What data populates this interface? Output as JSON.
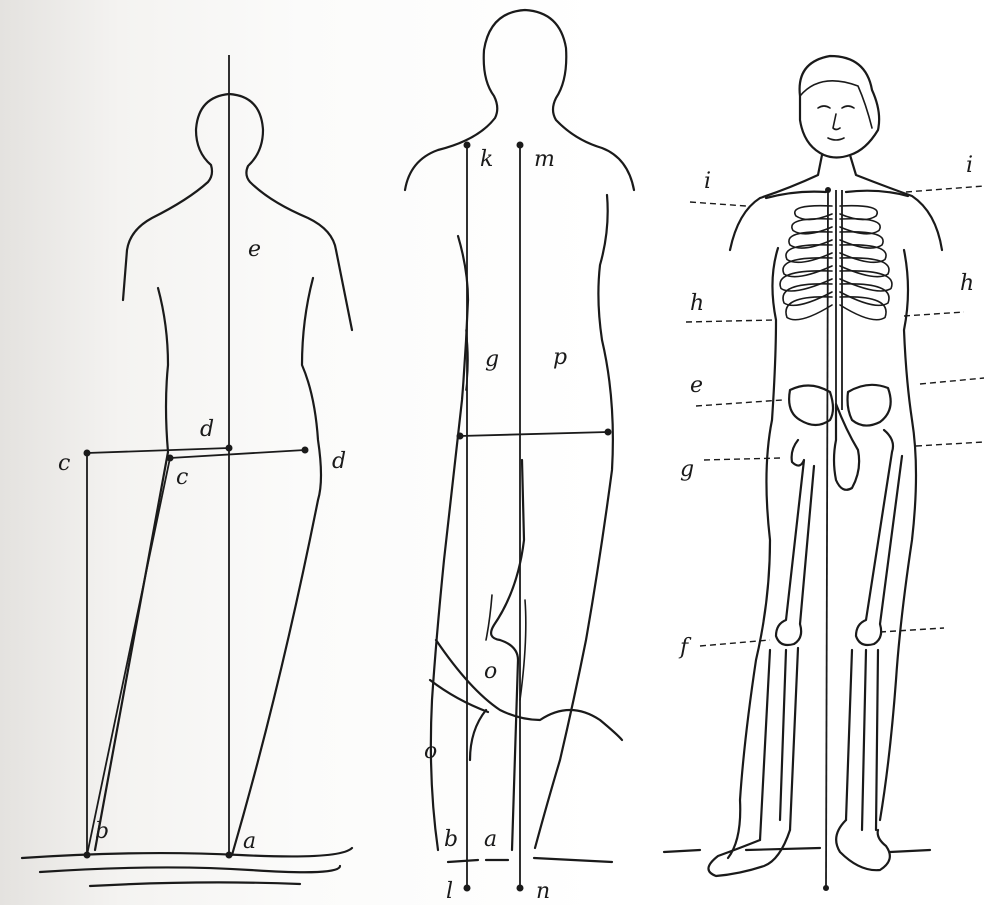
{
  "figure_1": {
    "labels": {
      "e": "e",
      "d_left": "d",
      "d_right": "d",
      "c_left": "c",
      "c_inner": "c",
      "b": "b",
      "a": "a"
    }
  },
  "figure_2": {
    "labels": {
      "k": "k",
      "m": "m",
      "g": "g",
      "p": "p",
      "o_upper": "o",
      "o_lower": "o",
      "b": "b",
      "a": "a",
      "l": "l",
      "n": "n"
    }
  },
  "figure_3": {
    "labels": {
      "i_left": "i",
      "i_right": "i",
      "h_left": "h",
      "h_right": "h",
      "e": "e",
      "g": "g",
      "f": "f"
    }
  }
}
